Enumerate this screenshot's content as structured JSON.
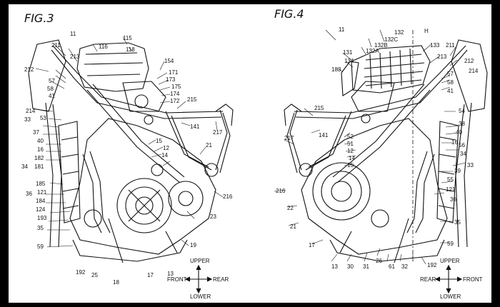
{
  "figures": [
    {
      "title": "FIG.3",
      "callouts": [
        "11",
        "211",
        "213",
        "212",
        "57",
        "58",
        "41",
        "214",
        "53",
        "33",
        "37",
        "40",
        "16",
        "182",
        "181",
        "34",
        "185",
        "36",
        "121",
        "184",
        "124",
        "193",
        "35",
        "59",
        "192",
        "25",
        "18",
        "17",
        "13",
        "116",
        "115",
        "118",
        "154",
        "171",
        "173",
        "175",
        "174",
        "172",
        "215",
        "141",
        "217",
        "15",
        "12",
        "14",
        "21",
        "216",
        "23",
        "19"
      ],
      "compass": {
        "up": "UPPER",
        "down": "LOWER",
        "left": "FRONT",
        "right": "REAR"
      }
    },
    {
      "title": "FIG.4",
      "callouts": [
        "11",
        "132",
        "H",
        "132C",
        "132B",
        "132A",
        "131",
        "133",
        "134",
        "183",
        "211",
        "213",
        "212",
        "214",
        "58",
        "57",
        "41",
        "54",
        "38",
        "40",
        "16",
        "56",
        "34",
        "33",
        "39",
        "55",
        "121",
        "36",
        "35",
        "59",
        "192",
        "215",
        "141",
        "217",
        "52",
        "51",
        "12",
        "14",
        "15",
        "216",
        "22",
        "21",
        "17",
        "13",
        "30",
        "31",
        "26",
        "61",
        "32"
      ],
      "compass": {
        "up": "UPPER",
        "down": "LOWER",
        "left": "REAR",
        "right": "FRONT"
      }
    }
  ],
  "colors": {
    "ink": "#111111",
    "paper": "#ffffff",
    "border": "#000000"
  }
}
